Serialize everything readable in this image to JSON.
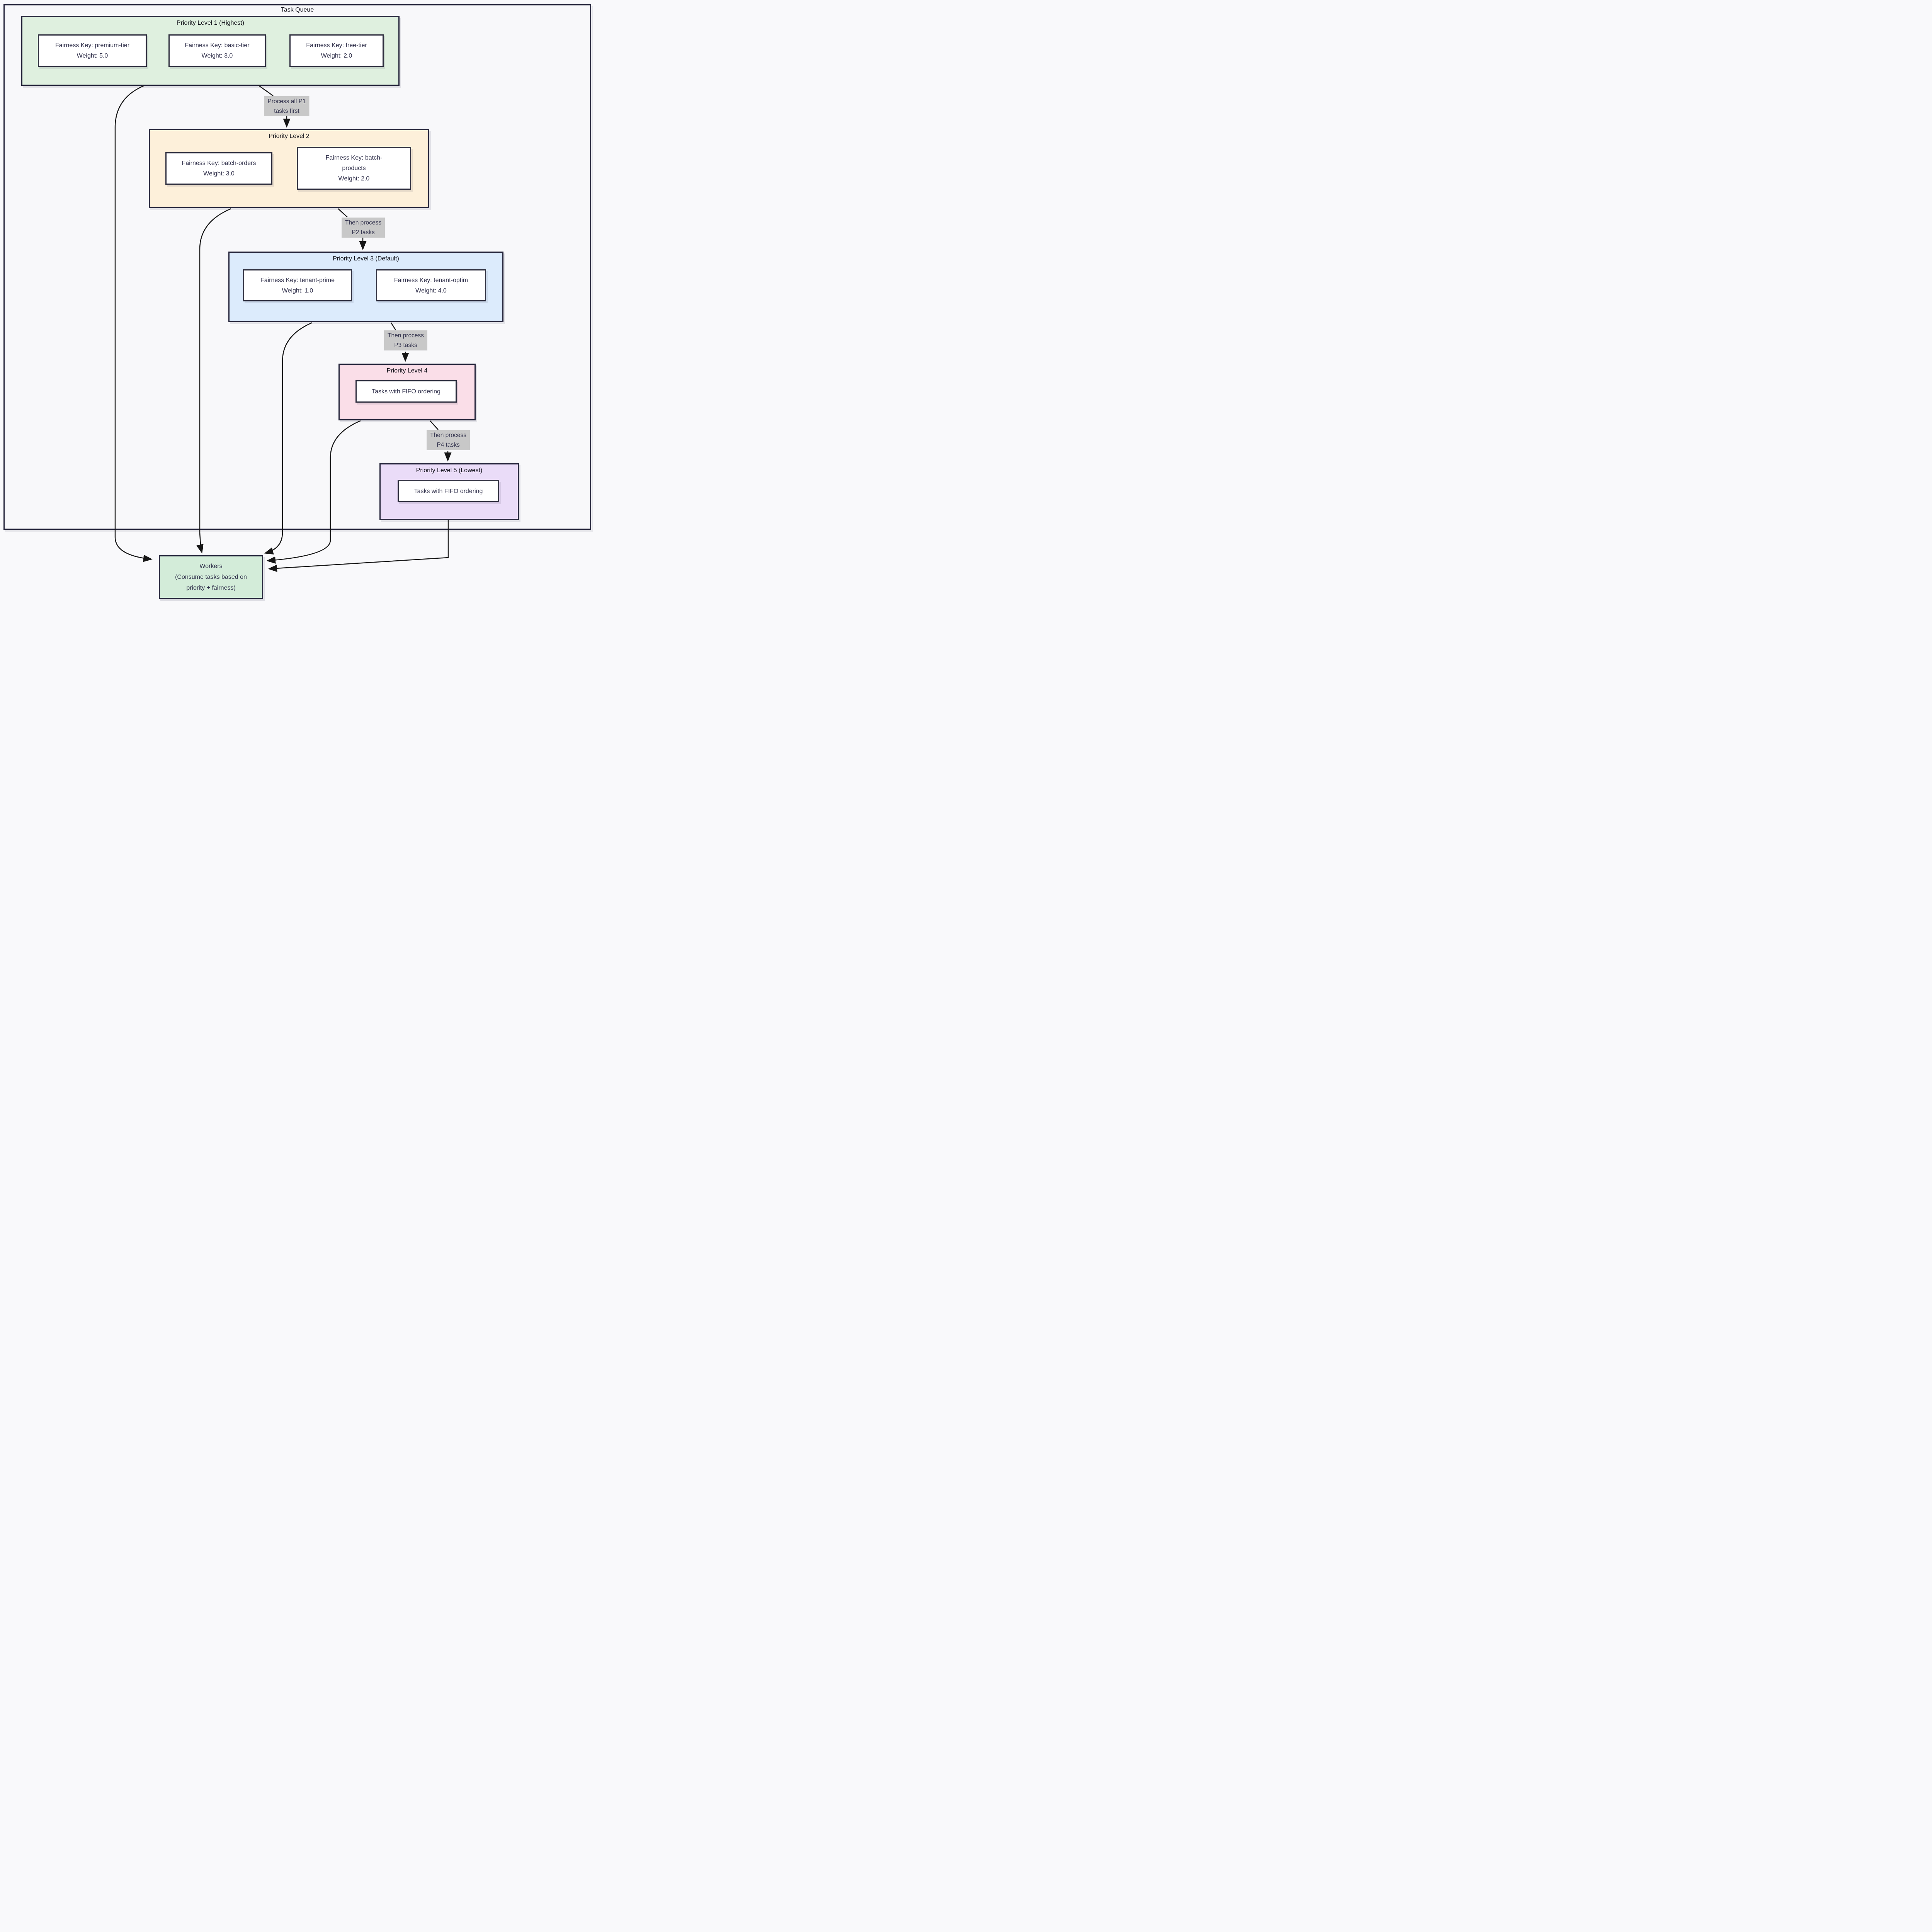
{
  "container": {
    "title": "Task Queue"
  },
  "colors": {
    "container_fill": "#f8f8fa",
    "border_dark": "#27273d",
    "node_border": "#303040",
    "node_fill": "#ffffff",
    "arrow": "#161616",
    "edge_label_bg": "#c8c8c8",
    "p1_fill": "#dff0df",
    "p2_fill": "#fdf0da",
    "p3_fill": "#dcebfc",
    "p4_fill": "#fadee8",
    "p5_fill": "#eadcf8",
    "workers_fill": "#d3ecd9"
  },
  "groups": [
    {
      "id": "p1",
      "title": "Priority Level 1 (Highest)",
      "fill": "#dff0df",
      "nodes": [
        {
          "lines": [
            "Fairness Key: premium-tier",
            "Weight: 5.0"
          ]
        },
        {
          "lines": [
            "Fairness Key: basic-tier",
            "Weight: 3.0"
          ]
        },
        {
          "lines": [
            "Fairness Key: free-tier",
            "Weight: 2.0"
          ]
        }
      ]
    },
    {
      "id": "p2",
      "title": "Priority Level 2",
      "fill": "#fdf0da",
      "nodes": [
        {
          "lines": [
            "Fairness Key: batch-orders",
            "Weight: 3.0"
          ]
        },
        {
          "lines": [
            "Fairness Key: batch-",
            "products",
            "Weight: 2.0"
          ]
        }
      ]
    },
    {
      "id": "p3",
      "title": "Priority Level 3 (Default)",
      "fill": "#dcebfc",
      "nodes": [
        {
          "lines": [
            "Fairness Key: tenant-prime",
            "Weight: 1.0"
          ]
        },
        {
          "lines": [
            "Fairness Key: tenant-optim",
            "Weight: 4.0"
          ]
        }
      ]
    },
    {
      "id": "p4",
      "title": "Priority Level 4",
      "fill": "#fadee8",
      "nodes": [
        {
          "lines": [
            "Tasks with FIFO ordering"
          ]
        }
      ]
    },
    {
      "id": "p5",
      "title": "Priority Level 5 (Lowest)",
      "fill": "#eadcf8",
      "nodes": [
        {
          "lines": [
            "Tasks with FIFO ordering"
          ]
        }
      ]
    }
  ],
  "workers": {
    "fill": "#d3ecd9",
    "lines": [
      "Workers",
      "(Consume tasks based on",
      "priority + fairness)"
    ]
  },
  "edges": [
    {
      "from": "p1",
      "to": "p2",
      "label": [
        "Process all P1",
        "tasks first"
      ]
    },
    {
      "from": "p2",
      "to": "p3",
      "label": [
        "Then process",
        "P2 tasks"
      ]
    },
    {
      "from": "p3",
      "to": "p4",
      "label": [
        "Then process",
        "P3 tasks"
      ]
    },
    {
      "from": "p4",
      "to": "p5",
      "label": [
        "Then process",
        "P4 tasks"
      ]
    },
    {
      "from": "p1",
      "to": "workers"
    },
    {
      "from": "p2",
      "to": "workers"
    },
    {
      "from": "p3",
      "to": "workers"
    },
    {
      "from": "p4",
      "to": "workers"
    },
    {
      "from": "p5",
      "to": "workers"
    }
  ]
}
